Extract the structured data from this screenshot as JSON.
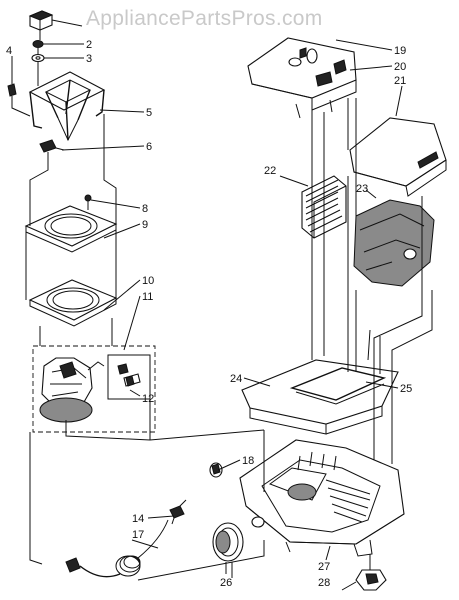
{
  "watermark": "AppliancePartsPros.com",
  "callouts": {
    "c2": "2",
    "c3": "3",
    "c4": "4",
    "c5": "5",
    "c6": "6",
    "c8": "8",
    "c9": "9",
    "c10": "10",
    "c11": "11",
    "c12": "12",
    "c14": "14",
    "c17": "17",
    "c18": "18",
    "c19": "19",
    "c20": "20",
    "c21": "21",
    "c22": "22",
    "c23": "23",
    "c24": "24",
    "c25": "25",
    "c26": "26",
    "c27": "27",
    "c28": "28"
  }
}
